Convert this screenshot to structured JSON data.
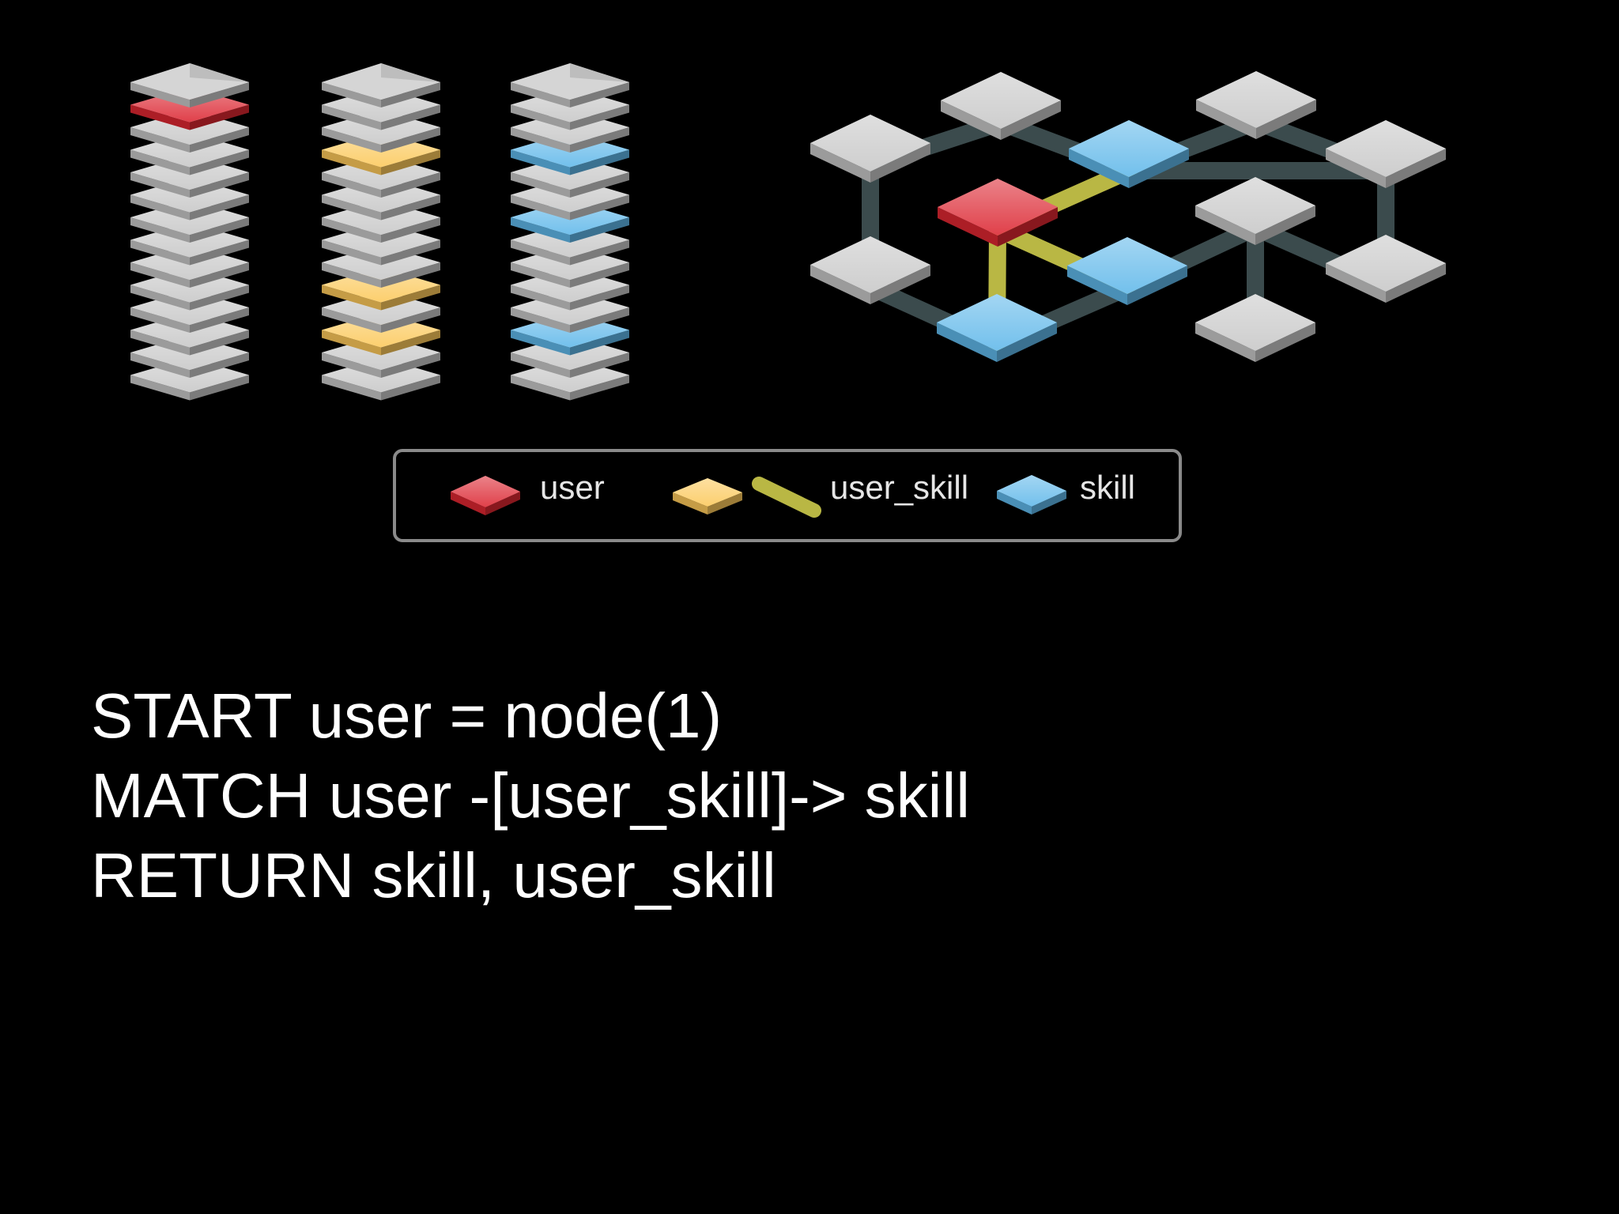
{
  "colors": {
    "user": "#dc2631",
    "user_skill_node": "#fcc85a",
    "user_skill_edge": "#b9b744",
    "skill": "#5fb7e9",
    "plain_node": "#c7c7c7",
    "plain_edge": "#3b4b4d",
    "background": "#000000",
    "text": "#ffffff"
  },
  "tables": [
    {
      "name": "user",
      "highlight": "user",
      "rows": 14,
      "highlighted_rows": [
        1
      ]
    },
    {
      "name": "user_skill",
      "highlight": "user_skill_node",
      "rows": 14,
      "highlighted_rows": [
        3,
        9,
        11
      ]
    },
    {
      "name": "skill",
      "highlight": "skill",
      "rows": 14,
      "highlighted_rows": [
        3,
        6,
        11
      ]
    }
  ],
  "legend": {
    "items": [
      {
        "label": "user",
        "icon": "red-tile-icon"
      },
      {
        "label": "user_skill",
        "icon": "yellow-tile-and-edge-icon"
      },
      {
        "label": "skill",
        "icon": "blue-tile-icon"
      }
    ]
  },
  "query": {
    "lines": [
      "START user = node(1)",
      "MATCH user -[user_skill]-> skill",
      "RETURN skill, user_skill"
    ]
  }
}
